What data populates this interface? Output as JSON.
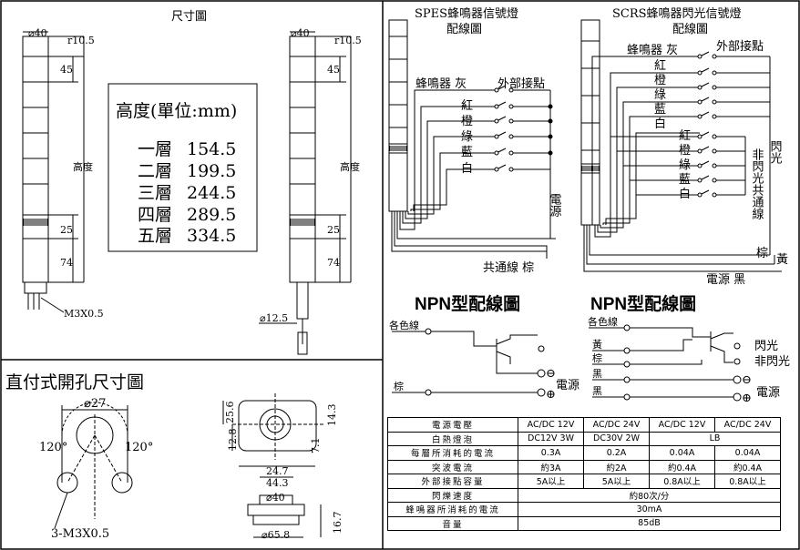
{
  "left": {
    "title": "尺寸圖",
    "dim_diameter_40": "⌀40",
    "dim_r105": "r10.5",
    "dim_45": "45",
    "dim_height": "高度",
    "dim_25": "25",
    "dim_74": "74",
    "dim_m3": "M3X0.5",
    "dim_125": "⌀12.5",
    "height_box": {
      "heading": "高度(單位:mm)",
      "rows": [
        {
          "label": "一層",
          "value": "154.5"
        },
        {
          "label": "二層",
          "value": "199.5"
        },
        {
          "label": "三層",
          "value": "244.5"
        },
        {
          "label": "四層",
          "value": "289.5"
        },
        {
          "label": "五層",
          "value": "334.5"
        }
      ]
    },
    "hole_title": "直付式開孔尺寸圖",
    "hole_d27": "⌀27",
    "hole_120a": "120°",
    "hole_120b": "120°",
    "hole_m3": "3-M3X0.5",
    "base_256": "25.6",
    "base_128": "12.8",
    "base_143": "14.3",
    "base_71": "7.1",
    "base_247": "24.7",
    "base_443": "44.3",
    "base_d40": "⌀40",
    "base_167": "16.7",
    "base_658": "⌀65.8"
  },
  "spes": {
    "title": "SPES蜂鳴器信號燈",
    "subtitle": "配線圖",
    "buzzer": "蜂鳴器 灰",
    "external": "外部接點",
    "colors": [
      "紅",
      "橙",
      "綠",
      "藍",
      "白"
    ],
    "power": "電源",
    "common": "共通線 棕"
  },
  "scrs": {
    "title": "SCRS蜂鳴器閃光信號燈",
    "subtitle": "配線圖",
    "buzzer": "蜂鳴器 灰",
    "external": "外部接點",
    "colors": [
      "紅",
      "橙",
      "綠",
      "藍",
      "白"
    ],
    "flash": "閃光",
    "nonflash_common": "非閃光共通線",
    "brown": "棕",
    "yellow": "黃",
    "power_black": "電源 黑"
  },
  "npn1": {
    "title": "NPN型配線圖",
    "each_color": "各色線",
    "brown": "棕",
    "power": "電源"
  },
  "npn2": {
    "title": "NPN型配線圖",
    "each_color": "各色線",
    "yellow": "黃",
    "brown": "棕",
    "black1": "黑",
    "black2": "黑",
    "flash": "閃光",
    "nonflash": "非閃光",
    "power": "電源"
  },
  "spec_table": {
    "header": [
      "電源電壓",
      "AC/DC 12V",
      "AC/DC 24V",
      "AC/DC 12V",
      "AC/DC 24V"
    ],
    "bulb": [
      "白熱燈泡",
      "DC12V 3W",
      "DC30V 2W",
      "LB"
    ],
    "current": [
      "每層所消耗的電流",
      "0.3A",
      "0.2A",
      "0.04A",
      "0.04A"
    ],
    "surge": [
      "突波電流",
      "約3A",
      "約2A",
      "約0.4A",
      "約0.4A"
    ],
    "contact": [
      "外部接點容量",
      "5A以上",
      "5A以上",
      "0.8A以上",
      "0.8A以上"
    ],
    "flash": [
      "閃爍速度",
      "約80次/分"
    ],
    "buzzer_current": [
      "蜂鳴器所消耗的電流",
      "30mA"
    ],
    "volume": [
      "音量",
      "85dB"
    ]
  }
}
